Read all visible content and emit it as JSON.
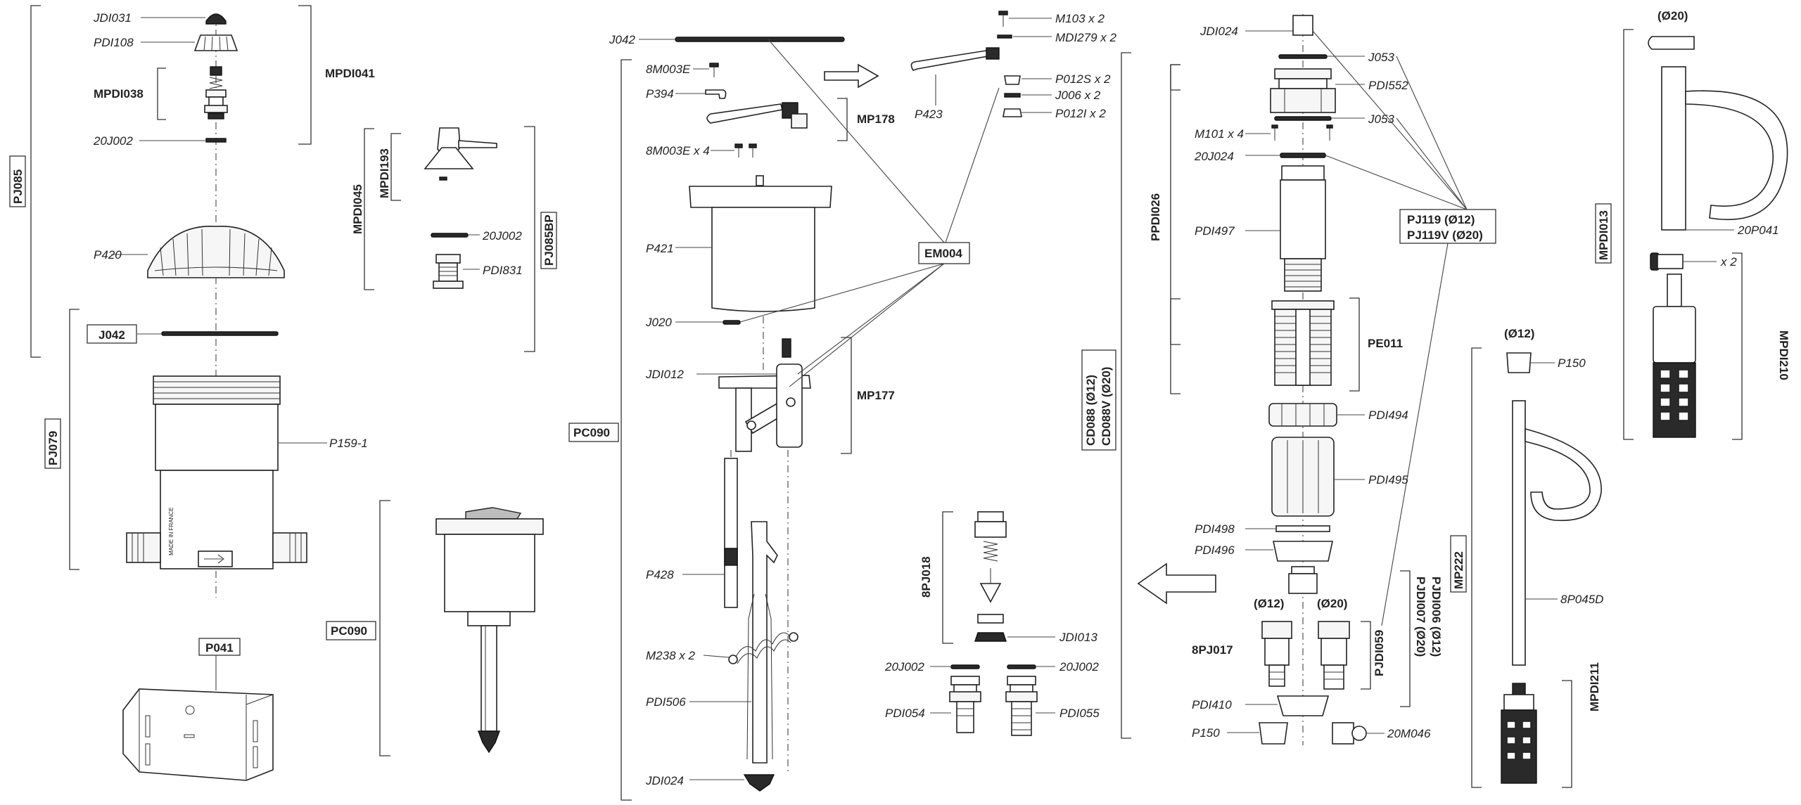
{
  "diagram": {
    "top_left": {
      "JDI031": "JDI031",
      "PDI108": "PDI108",
      "MPDI038": "MPDI038",
      "MPDI041": "MPDI041",
      "J20J002_a": "20J002",
      "PJ085": "PJ085",
      "P420": "P420",
      "J042": "J042",
      "PJ079": "PJ079",
      "P159_1": "P159-1",
      "made_in_france": "MADE IN FRANCE",
      "P041": "P041"
    },
    "center_left": {
      "MPDI193": "MPDI193",
      "MPDI045": "MPDI045",
      "J20J002_b": "20J002",
      "PDI831": "PDI831",
      "PJ085BP": "PJ085BP",
      "PC090_a": "PC090"
    },
    "center": {
      "J042_b": "J042",
      "M8003E": "8M003E",
      "P394": "P394",
      "M8003E_x4": "8M003E x 4",
      "MP178": "MP178",
      "P423": "P423",
      "M103": "M103 x 2",
      "MDI279": "MDI279 x 2",
      "P012S": "P012S x 2",
      "J006": "J006 x 2",
      "P012I": "P012I x 2",
      "EM004": "EM004",
      "P421": "P421",
      "J020": "J020",
      "JDI012": "JDI012",
      "MP177": "MP177",
      "PC090_b": "PC090",
      "P428": "P428",
      "M238": "M238 x 2",
      "PDI506": "PDI506",
      "JDI024_b": "JDI024",
      "PJ018": "8PJ018",
      "JDI013": "JDI013",
      "J20J002_c": "20J002",
      "J20J002_d": "20J002",
      "PDI054": "PDI054",
      "PDI055": "PDI055"
    },
    "right_center": {
      "JDI024": "JDI024",
      "J053_a": "J053",
      "PDI552": "PDI552",
      "M101": "M101 x 4",
      "J053_b": "J053",
      "J20J024": "20J024",
      "PPDI026": "PPDI026",
      "PDI497": "PDI497",
      "PJ119": "PJ119 (Ø12)",
      "PJ119V": "PJ119V (Ø20)",
      "PE011": "PE011",
      "CD088": "CD088 (Ø12)",
      "CD088V": "CD088V (Ø20)",
      "PDI494": "PDI494",
      "PDI495": "PDI495",
      "PDI498": "PDI498",
      "PDI496": "PDI496",
      "d12": "(Ø12)",
      "d20": "(Ø20)",
      "PJ017": "8PJ017",
      "PJDI059": "PJDI059",
      "PJDI006": "PJDI006 (Ø12)",
      "PJDI007": "PJDI007 (Ø20)",
      "PDI410": "PDI410",
      "P150_a": "P150",
      "M046": "20M046"
    },
    "far_right": {
      "d20_top": "(Ø20)",
      "MPDI013": "MPDI013",
      "P041_20": "20P041",
      "x2": "x 2",
      "MPDI210": "MPDI210",
      "d12_mid": "(Ø12)",
      "P150_b": "P150",
      "MP222": "MP222",
      "P045D": "8P045D",
      "MPDI211": "MPDI211"
    }
  }
}
